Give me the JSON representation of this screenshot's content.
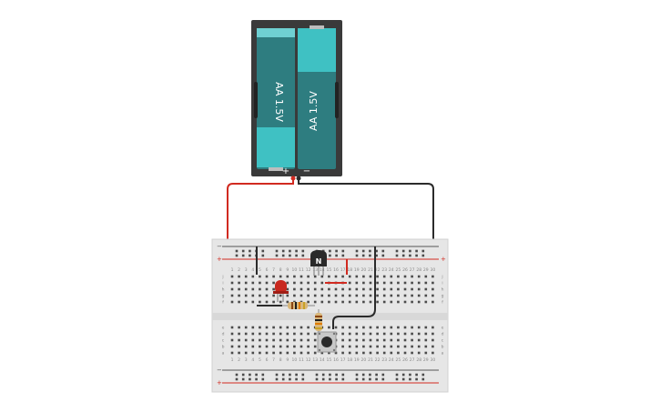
{
  "battery": {
    "cell_left_label": "AA 1.5V",
    "cell_right_label": "AA 1.5V",
    "plus_symbol": "+",
    "minus_symbol": "−"
  },
  "transistor": {
    "label": "N"
  },
  "breadboard": {
    "rail_plus": "+",
    "rail_minus": "−",
    "row_letters_top": [
      "j",
      "i",
      "h",
      "g",
      "f"
    ],
    "row_letters_bottom": [
      "e",
      "d",
      "c",
      "b",
      "a"
    ],
    "column_count": 30
  },
  "colors": {
    "wire_red": "#d12a20",
    "wire_black": "#2b2b2b",
    "battery_body": "#3a3a3a",
    "cell_teal_dark": "#2e7d80",
    "cell_teal_light": "#3fc1c3",
    "board": "#e6e6e6",
    "led": "#c8281e"
  }
}
